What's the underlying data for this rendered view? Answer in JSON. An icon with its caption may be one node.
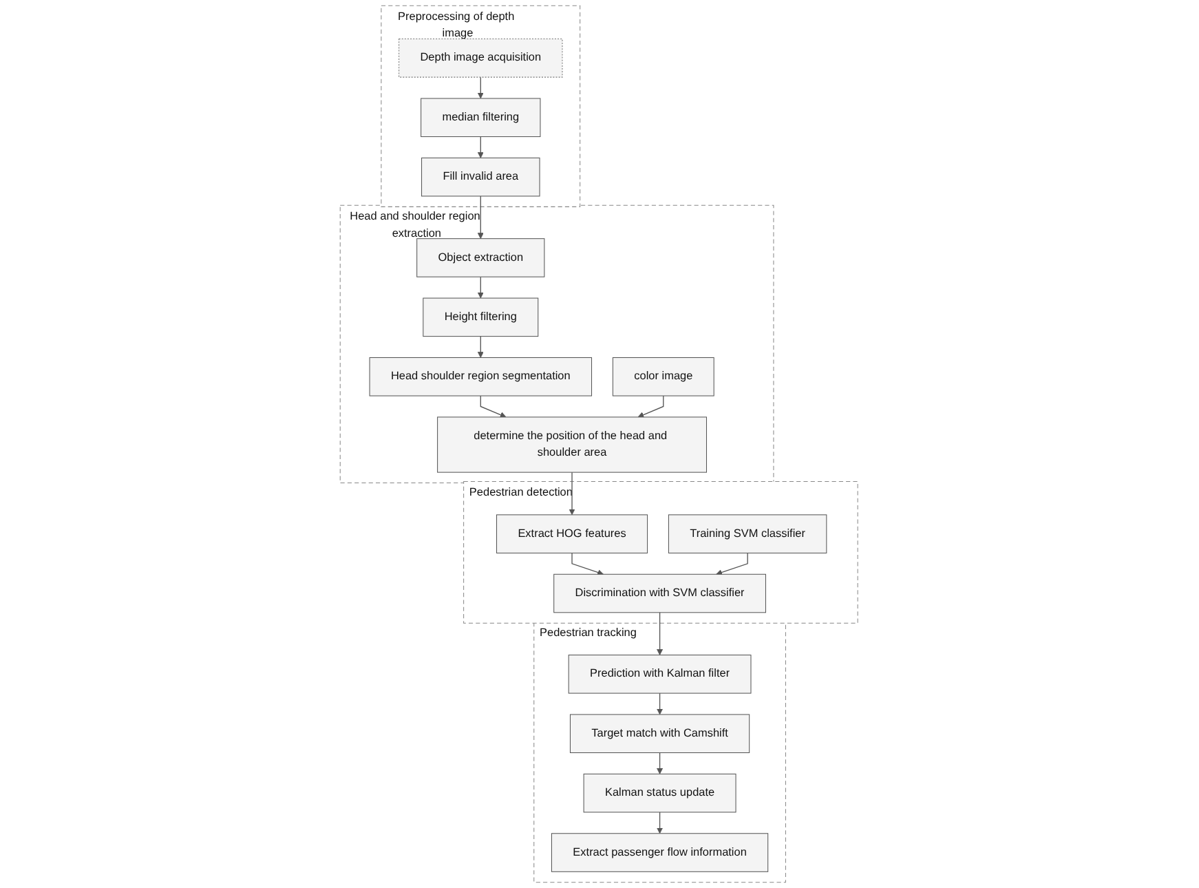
{
  "diagram": {
    "nodes": [
      {
        "text": [
          "Preprocessing of depth image"
        ]
      },
      {
        "text": [
          "Depth image acquisition"
        ],
        "in": 0
      },
      {
        "text": [
          "median filtering"
        ],
        "in": 0
      },
      {
        "text": [
          "Fill invalid area"
        ],
        "in": 0
      },
      {
        "text": [
          "Pedestrian detection"
        ]
      },
      {
        "text": [
          "Extract HOG features"
        ],
        "in": 4
      },
      {
        "text": [
          "Discrimination with SVM classifier"
        ],
        "in": 4
      },
      {
        "text": [
          "Training SVM classifier"
        ],
        "in": 4
      },
      {
        "text": [
          "Head and shoulder region extraction"
        ]
      },
      {
        "text": [
          "Object extraction"
        ],
        "in": 8
      },
      {
        "text": [
          "Height filtering"
        ],
        "in": 8
      },
      {
        "text": [
          "Head shoulder region segmentation"
        ],
        "in": 8
      },
      {
        "text": [
          "color image"
        ],
        "in": 8
      },
      {
        "text": [
          "determine the position of the head and shoulder area"
        ],
        "in": 8
      },
      {
        "text": [
          "Pedestrian tracking"
        ]
      },
      {
        "text": [
          "Prediction with Kalman filter"
        ],
        "in": 14
      },
      {
        "text": [
          "Target match with Camshift"
        ],
        "in": 14
      },
      {
        "text": [
          "Kalman status update"
        ],
        "in": 14
      },
      {
        "text": [
          "Extract passenger flow information"
        ],
        "in": 14
      }
    ],
    "edges": [
      {
        "from": 1,
        "to": 2,
        "arrow": "to"
      },
      {
        "from": 2,
        "to": 3,
        "arrow": "to"
      },
      {
        "from": 3,
        "to": 9,
        "arrow": "to"
      },
      {
        "from": 9,
        "to": 10,
        "arrow": "to"
      },
      {
        "from": 10,
        "to": 11,
        "arrow": "to"
      },
      {
        "from": 11,
        "to": 13,
        "arrow": "to"
      },
      {
        "from": 12,
        "to": 13,
        "arrow": "to"
      },
      {
        "from": 13,
        "to": 5,
        "arrow": "to"
      },
      {
        "from": 5,
        "to": 6,
        "arrow": "to"
      },
      {
        "from": 7,
        "to": 6,
        "arrow": "to"
      },
      {
        "from": 6,
        "to": 15,
        "arrow": "to"
      },
      {
        "from": 15,
        "to": 16,
        "arrow": "to"
      },
      {
        "from": 16,
        "to": 17,
        "arrow": "to"
      },
      {
        "from": 17,
        "to": 18,
        "arrow": "to"
      }
    ]
  }
}
